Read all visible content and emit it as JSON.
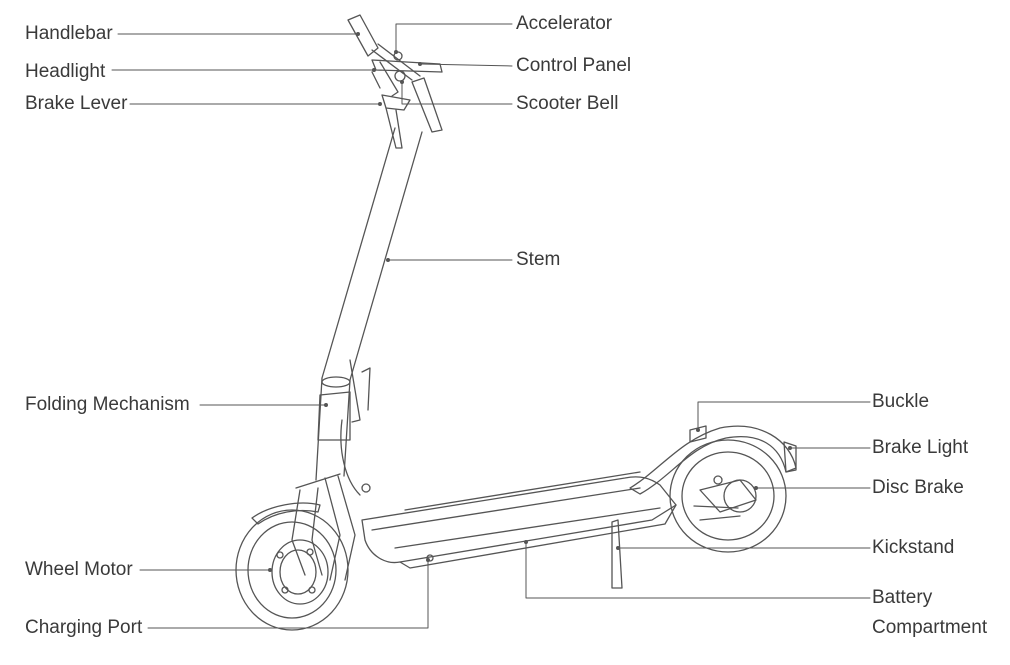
{
  "labels": {
    "handlebar": "Handlebar",
    "headlight": "Headlight",
    "brake_lever": "Brake Lever",
    "folding_mechanism": "Folding Mechanism",
    "wheel_motor": "Wheel Motor",
    "charging_port": "Charging Port",
    "accelerator": "Accelerator",
    "control_panel": "Control Panel",
    "scooter_bell": "Scooter Bell",
    "stem": "Stem",
    "buckle": "Buckle",
    "brake_light": "Brake Light",
    "disc_brake": "Disc Brake",
    "kickstand": "Kickstand",
    "battery_compartment_line1": "Battery",
    "battery_compartment_line2": "Compartment"
  },
  "colors": {
    "line": "#555555",
    "text": "#3a3a3a",
    "background": "#ffffff"
  }
}
